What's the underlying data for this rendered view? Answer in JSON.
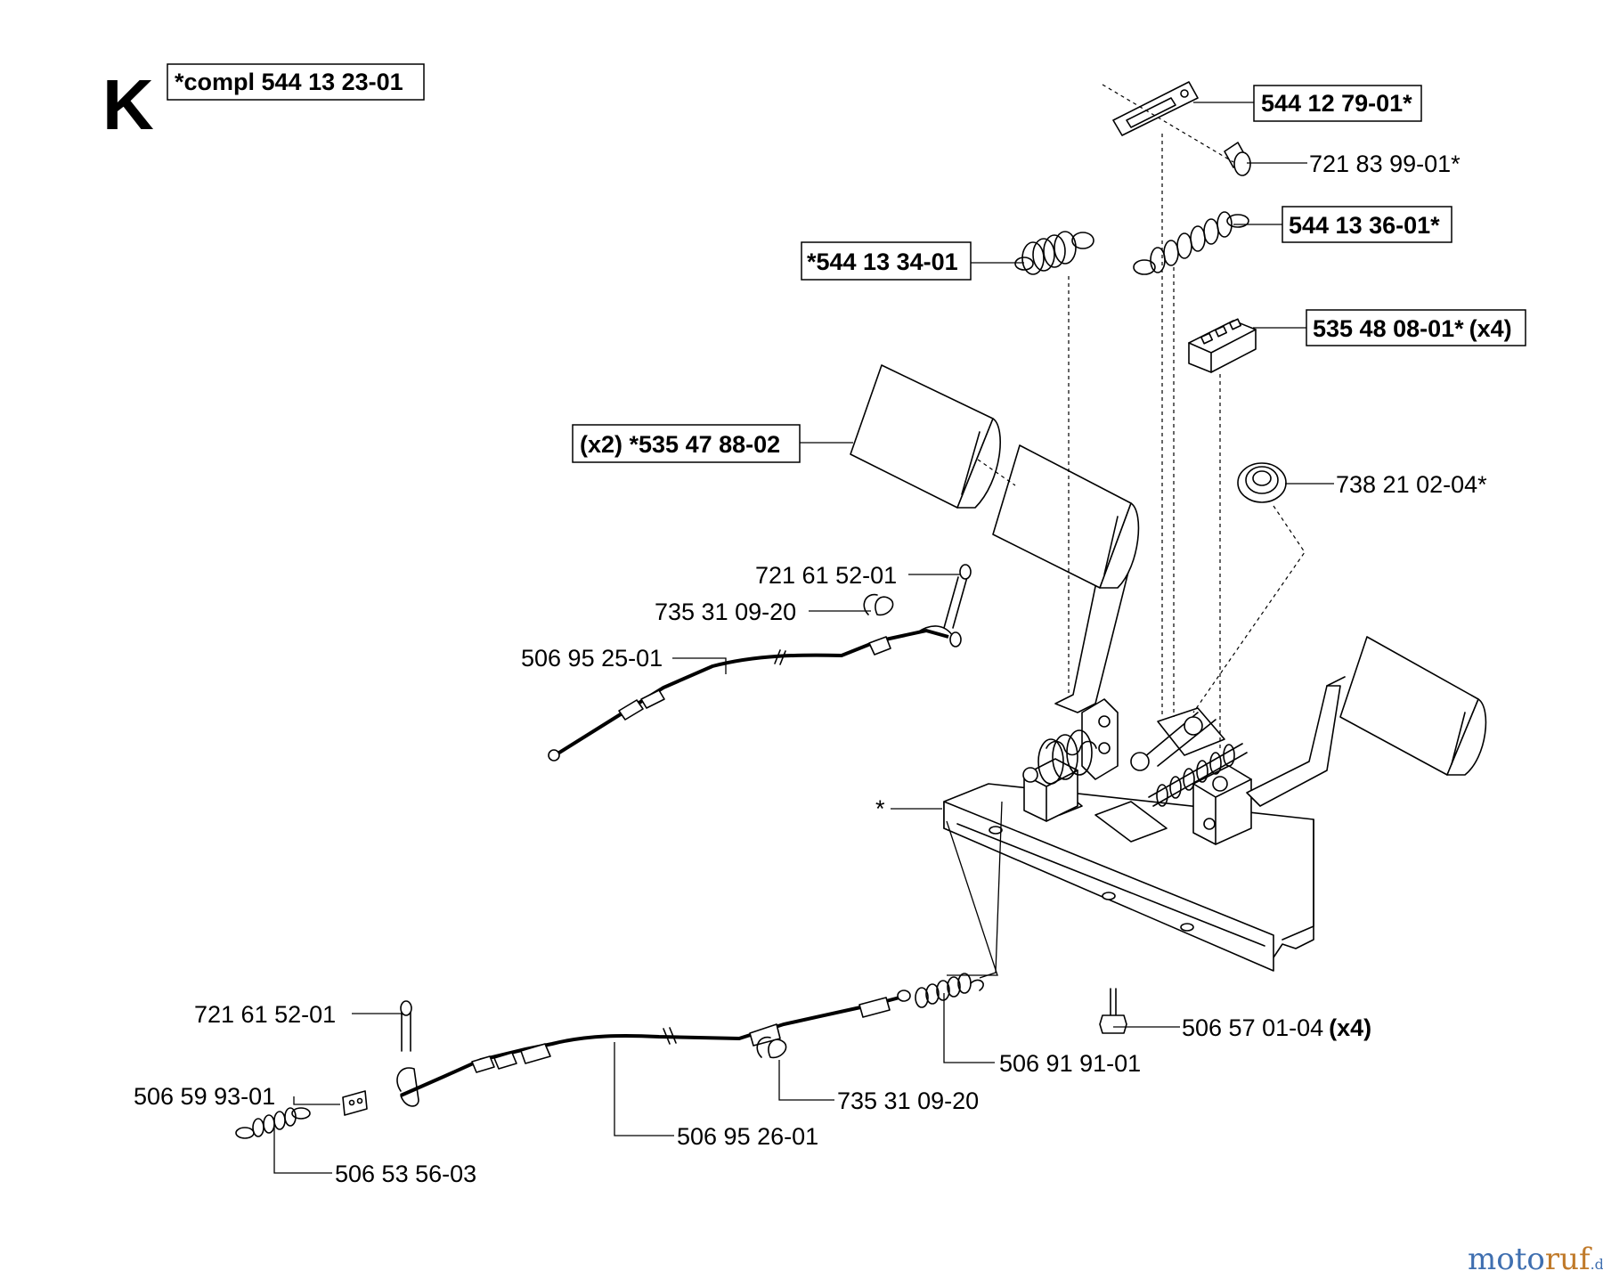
{
  "section_letter": "K",
  "header_box": "*compl 544 13 23-01",
  "callouts": {
    "bracket": "544 12 79-01*",
    "screw": "721 83 99-01*",
    "spring_right": "544 13 36-01*",
    "spring_left": "*544 13 34-01",
    "clamp": "535 48 08-01*",
    "clamp_qty": "(x4)",
    "pedal_pad": "(x2) *535 47 88-02",
    "bushing": "738 21 02-04*",
    "pin_upper": "721 61 52-01",
    "clip_upper": "735 31 09-20",
    "cable_upper": "506 95 25-01",
    "frame": "*",
    "pin_lower": "721 61 52-01",
    "bolt": "506 57 01-04",
    "bolt_qty": "(x4)",
    "spring_cable": "506 91 91-01",
    "clip_lower": "735 31 09-20",
    "plate": "506 59 93-01",
    "cable_lower": "506 95 26-01",
    "spring_small": "506 53 56-03"
  },
  "watermark": {
    "part1": "moto",
    "part2": "ruf",
    "part3": ".de"
  }
}
